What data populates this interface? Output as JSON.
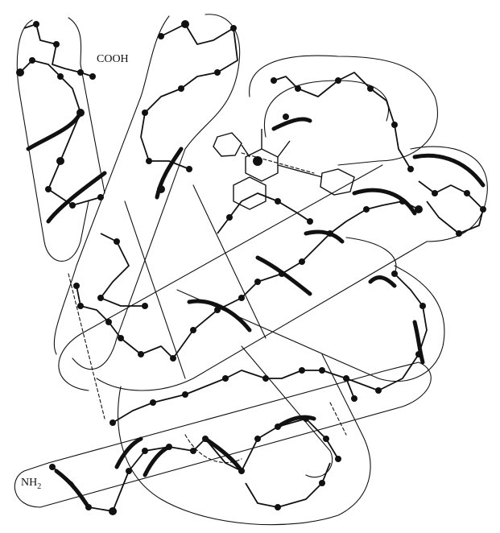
{
  "labels": {
    "c_terminus": "COOH",
    "n_terminus_main": "NH",
    "n_terminus_sub": "2"
  },
  "colors": {
    "ink": "#111111",
    "background": "#ffffff"
  }
}
